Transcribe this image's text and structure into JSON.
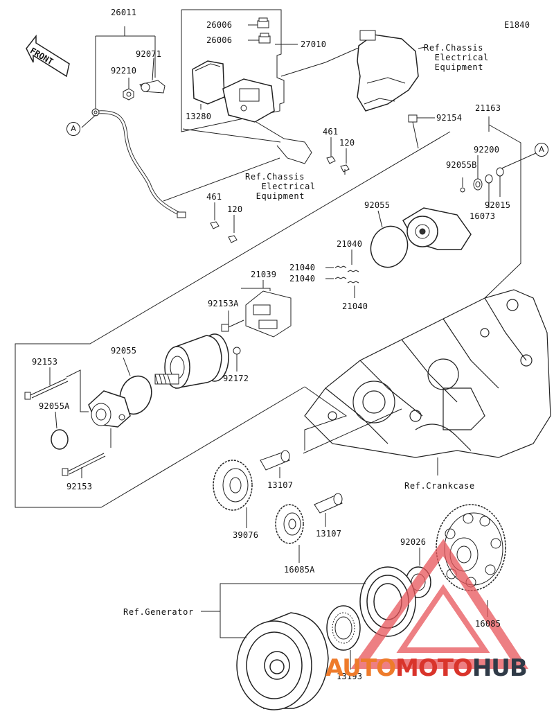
{
  "diagram_code": "E1840",
  "front_label": "FRONT",
  "marker_letter": "A",
  "parts": {
    "p26011": "26011",
    "p92071": "92071",
    "p92210": "92210",
    "p26006a": "26006",
    "p26006b": "26006",
    "p27010": "27010",
    "p13280": "13280",
    "p461a": "461",
    "p120a": "120",
    "p461b": "461",
    "p120b": "120",
    "p92154": "92154",
    "p21163": "21163",
    "p92200": "92200",
    "p92055B": "92055B",
    "p16073": "16073",
    "p92015": "92015",
    "p92055a": "92055",
    "p21040a": "21040",
    "p21040b": "21040",
    "p21040c": "21040",
    "p21040d": "21040",
    "p21039": "21039",
    "p92153A": "92153A",
    "p92172": "92172",
    "p92055b": "92055",
    "p92153a": "92153",
    "p92055A": "92055A",
    "p92153b": "92153",
    "p13107a": "13107",
    "p13107b": "13107",
    "p39076": "39076",
    "p16085A": "16085A",
    "p92026": "92026",
    "p16085": "16085",
    "p13193": "13193"
  },
  "refs": {
    "chassis_top": "Ref.Chassis\n  Electrical\n  Equipment",
    "chassis_mid": "Ref.Chassis\n   Electrical\n  Equipment",
    "crankcase": "Ref.Crankcase",
    "generator": "Ref.Generator"
  },
  "watermark": {
    "part1": "AUTO",
    "part2": "MOTO",
    "part3": "HUB",
    "colors": {
      "auto": "#ee7b2b",
      "moto": "#d9342b",
      "hub": "#2f3a47",
      "triangle": "#e8555a"
    }
  }
}
